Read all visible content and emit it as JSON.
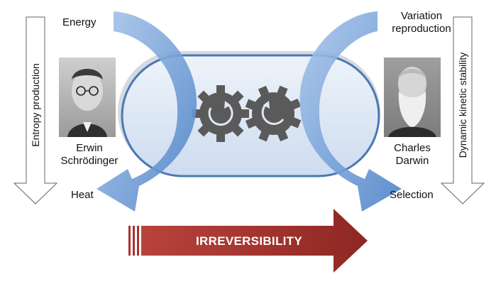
{
  "labels": {
    "energy": "Energy",
    "heat": "Heat",
    "variation_line1": "Variation",
    "variation_line2": "reproduction",
    "selection": "Selection",
    "left_name_line1": "Erwin",
    "left_name_line2": "Schrödinger",
    "right_name_line1": "Charles",
    "right_name_line2": "Darwin",
    "entropy": "Entropy production",
    "kinetic": "Dynamic kinetic stability",
    "irreversibility": "IRREVERSIBILITY"
  },
  "colors": {
    "blue_arrow": "#5b8fd0",
    "capsule_fill": "#dfe9f5",
    "capsule_stroke": "#4a79b4",
    "gear": "#5a5a5a",
    "red_arrow": "#a8332e"
  },
  "icons": [
    "gear-icon",
    "gear-icon",
    "cycle-arrow-icon",
    "cycle-arrow-icon"
  ]
}
